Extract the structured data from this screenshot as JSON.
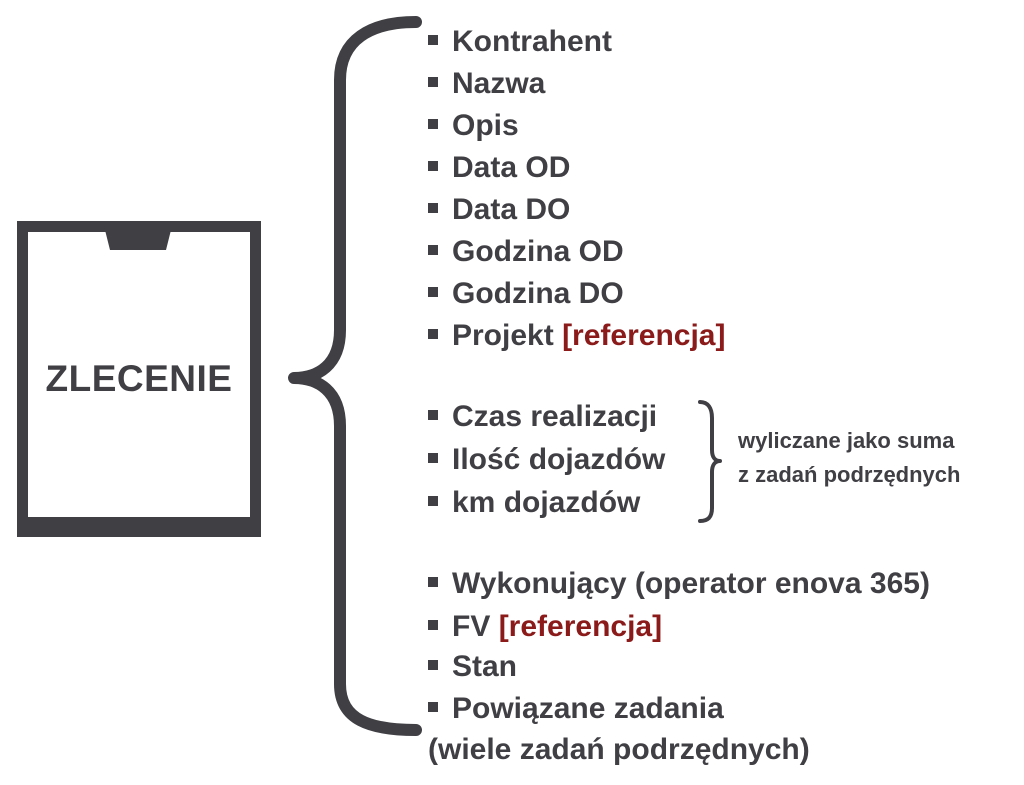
{
  "document": {
    "label": "ZLECENIE"
  },
  "fields_group1": [
    {
      "text": "Kontrahent"
    },
    {
      "text": "Nazwa"
    },
    {
      "text": "Opis"
    },
    {
      "text": "Data OD"
    },
    {
      "text": "Data DO"
    },
    {
      "text": "Godzina OD"
    },
    {
      "text": "Godzina DO"
    },
    {
      "text": "Projekt",
      "ref": "[referencja]"
    }
  ],
  "fields_group2": [
    {
      "text": "Czas realizacji"
    },
    {
      "text": "Ilość dojazdów"
    },
    {
      "text": "km dojazdów"
    }
  ],
  "group2_note": {
    "line1": "wyliczane jako suma",
    "line2": "z zadań podrzędnych"
  },
  "fields_group3": [
    {
      "text": "Wykonujący (operator enova 365)"
    },
    {
      "text": "FV",
      "ref": "[referencja]"
    },
    {
      "text": "Stan"
    },
    {
      "text": "Powiązane zadania"
    }
  ],
  "fields_group3_continuation": "(wiele zadań podrzędnych)",
  "colors": {
    "text": "#3f3f44",
    "reference": "#8b1a1a",
    "lines": "#3f3f44"
  }
}
